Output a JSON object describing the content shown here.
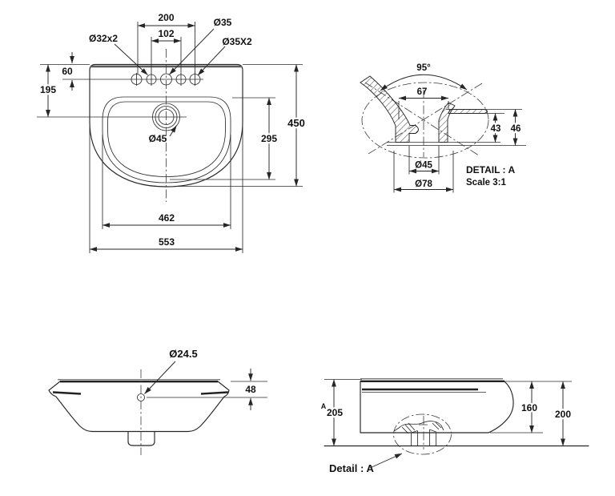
{
  "colors": {
    "line": "#262626",
    "background": "#ffffff"
  },
  "top_view": {
    "d200": "200",
    "d102": "102",
    "d35": "Ø35",
    "d32x2": "Ø32x2",
    "d35x2": "Ø35X2",
    "d60": "60",
    "d195": "195",
    "d45": "Ø45",
    "d295": "295",
    "d450": "450",
    "d462": "462",
    "d553": "553"
  },
  "detail_view": {
    "angle": "95°",
    "d67": "67",
    "d43": "43",
    "d46": "46",
    "d45": "Ø45",
    "d78": "Ø78",
    "title": "DETAIL : A",
    "scale": "Scale 3:1"
  },
  "front_view": {
    "d245": "Ø24.5",
    "d48": "48"
  },
  "side_view": {
    "d205": "205",
    "d160": "160",
    "d200": "200",
    "marker": "A",
    "label": "Detail : A"
  }
}
